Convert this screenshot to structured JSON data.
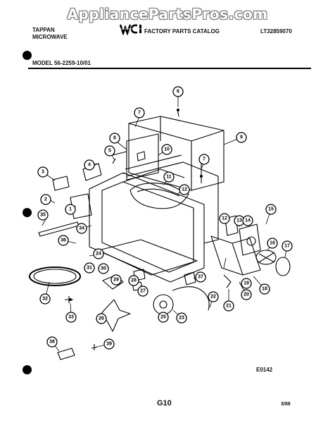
{
  "watermark": "AppliancePartsPros.com",
  "header": {
    "brand_line1": "TAPPAN",
    "brand_line2": "MICROWAVE",
    "catalog_title": "FACTORY PARTS CATALOG",
    "catalog_number": "LT32859070",
    "model": "MODEL 56-2259-10/01"
  },
  "logo_icon": "wci-logo",
  "callouts": [
    "1",
    "2",
    "3",
    "4",
    "5",
    "6",
    "7",
    "7",
    "8",
    "9",
    "10",
    "11",
    "12",
    "12",
    "13",
    "14",
    "15",
    "16",
    "17",
    "18",
    "19",
    "20",
    "21",
    "22",
    "23",
    "24",
    "25",
    "26",
    "27",
    "28",
    "29",
    "30",
    "31",
    "32",
    "33",
    "34",
    "35",
    "36",
    "37",
    "38",
    "39"
  ],
  "footer": {
    "diagram_code": "E0142",
    "page": "G10",
    "date": "3/88"
  }
}
